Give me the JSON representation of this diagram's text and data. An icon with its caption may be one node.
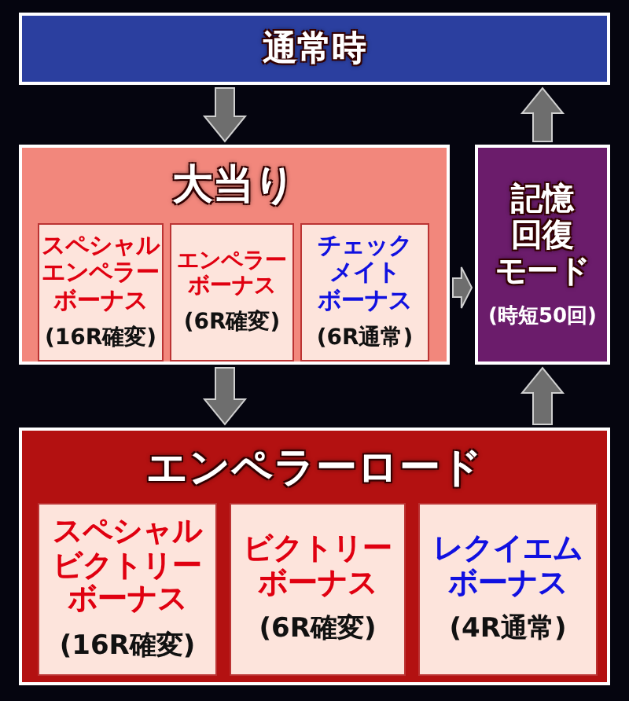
{
  "diagram": {
    "nodes": [
      {
        "text": [
          "通常時"
        ]
      },
      {
        "text": [
          "大当り"
        ]
      },
      {
        "text": [
          "スペシャルエンペラーボーナス",
          "(16R確変)"
        ],
        "in": 1
      },
      {
        "text": [
          "エンペラーボーナス",
          "(6R確変)"
        ],
        "in": 1
      },
      {
        "text": [
          "チェックメイトボーナス",
          "(6R通常)"
        ],
        "in": 1
      },
      {
        "text": [
          "記憶回復モード",
          "(時短50回)"
        ]
      },
      {
        "text": [
          "エンペラーロード"
        ]
      },
      {
        "text": [
          "スペシャルビクトリーボーナス",
          "(16R確変)"
        ],
        "in": 6
      },
      {
        "text": [
          "ビクトリーボーナス",
          "(6R確変)"
        ],
        "in": 6
      },
      {
        "text": [
          "レクイエムボーナス",
          "(4R通常)"
        ],
        "in": 6
      }
    ],
    "edges": [
      {
        "from": 0,
        "to": 1,
        "arrow": "to"
      },
      {
        "from": 1,
        "to": 5,
        "arrow": "to"
      },
      {
        "from": 5,
        "to": 0,
        "arrow": "to"
      },
      {
        "from": 1,
        "to": 6,
        "arrow": "to"
      },
      {
        "from": 6,
        "to": 5,
        "arrow": "to"
      }
    ]
  }
}
